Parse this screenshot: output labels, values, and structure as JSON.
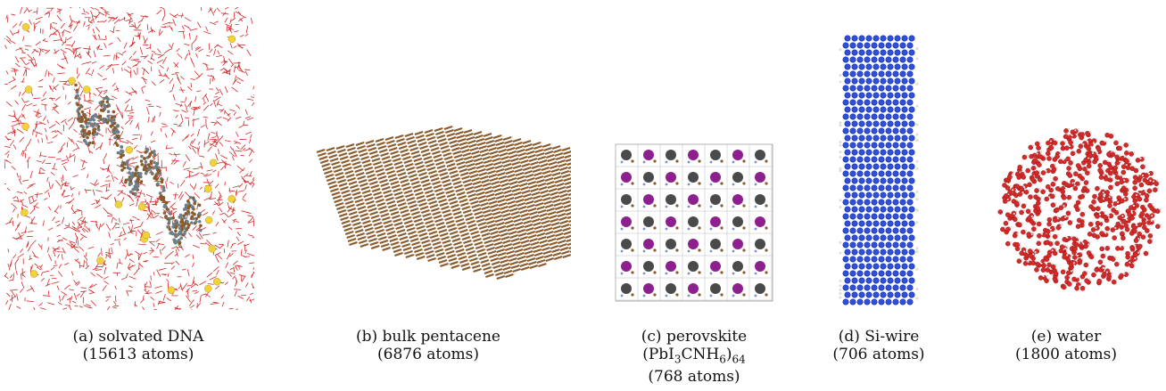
{
  "panels": [
    {
      "id": "a",
      "label": "(a) solvated DNA",
      "atoms": "(15613 atoms)"
    },
    {
      "id": "b",
      "label": "(b) bulk pentacene",
      "atoms": "(6876 atoms)"
    },
    {
      "id": "c",
      "label": "(c) perovskite",
      "formula_main": "(PbI",
      "formula_sub1": "3",
      "formula_mid": "CNH",
      "formula_sub2": "6",
      "formula_close": ")",
      "formula_sub3": "64",
      "atoms": "(768 atoms)"
    },
    {
      "id": "d",
      "label": "(d) Si-wire",
      "atoms": "(706 atoms)"
    },
    {
      "id": "e",
      "label": "(e) water",
      "atoms": "(1800 atoms)"
    }
  ],
  "colors": {
    "water_red": "#d42a2a",
    "carbon_brown": "#8a5a2b",
    "iodine_purple": "#8e1f8e",
    "lead_gray": "#4a4a4a",
    "silicon_blue": "#2f4fd8",
    "hydrogen_white": "#dcdcdc",
    "phosphorus_yellow": "#f2d23a",
    "nitrogen_blue": "#7a8fd8"
  }
}
